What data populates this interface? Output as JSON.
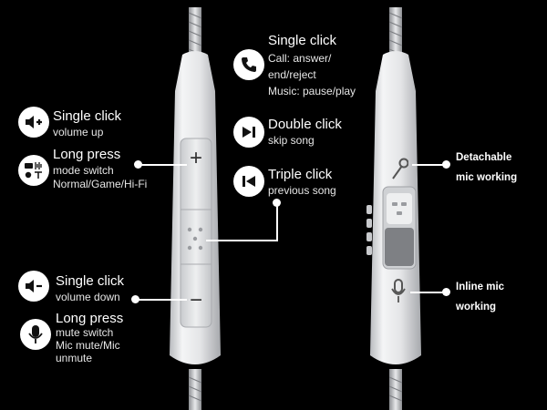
{
  "left_remote": {
    "plus_symbol": "+",
    "minus_symbol": "−",
    "buttons": [
      {
        "id": "volume-up",
        "title": "Single click",
        "desc": [
          "volume up"
        ],
        "icon": "volume-up-icon"
      },
      {
        "id": "mode-switch",
        "title": "Long press",
        "desc": [
          "mode switch",
          "Normal/Game/Hi-Fi"
        ],
        "icon": "mode-switch-icon"
      },
      {
        "id": "volume-down",
        "title": "Single click",
        "desc": [
          "volume down"
        ],
        "icon": "volume-down-icon"
      },
      {
        "id": "mute-switch",
        "title": "Long press",
        "desc": [
          "mute switch",
          "Mic mute/Mic",
          "unmute"
        ],
        "icon": "microphone-icon"
      }
    ],
    "center_actions": [
      {
        "id": "call-music",
        "title": "Single click",
        "desc": [
          "Call: answer/",
          "end/reject",
          "Music: pause/play"
        ],
        "icon": "phone-icon"
      },
      {
        "id": "skip",
        "title": "Double click",
        "desc": [
          "skip song"
        ],
        "icon": "skip-next-icon"
      },
      {
        "id": "previous",
        "title": "Triple click",
        "desc": [
          "previous song"
        ],
        "icon": "skip-previous-icon"
      }
    ]
  },
  "right_remote": {
    "labels": [
      {
        "id": "detachable-mic",
        "lines": [
          "Detachable",
          "mic working"
        ],
        "icon": "detachable-mic-icon"
      },
      {
        "id": "inline-mic",
        "lines": [
          "Inline mic",
          "working"
        ],
        "icon": "inline-mic-icon"
      }
    ]
  },
  "colors": {
    "background": "#000000",
    "remote_body": "#e9eaec",
    "text": "#ffffff"
  }
}
